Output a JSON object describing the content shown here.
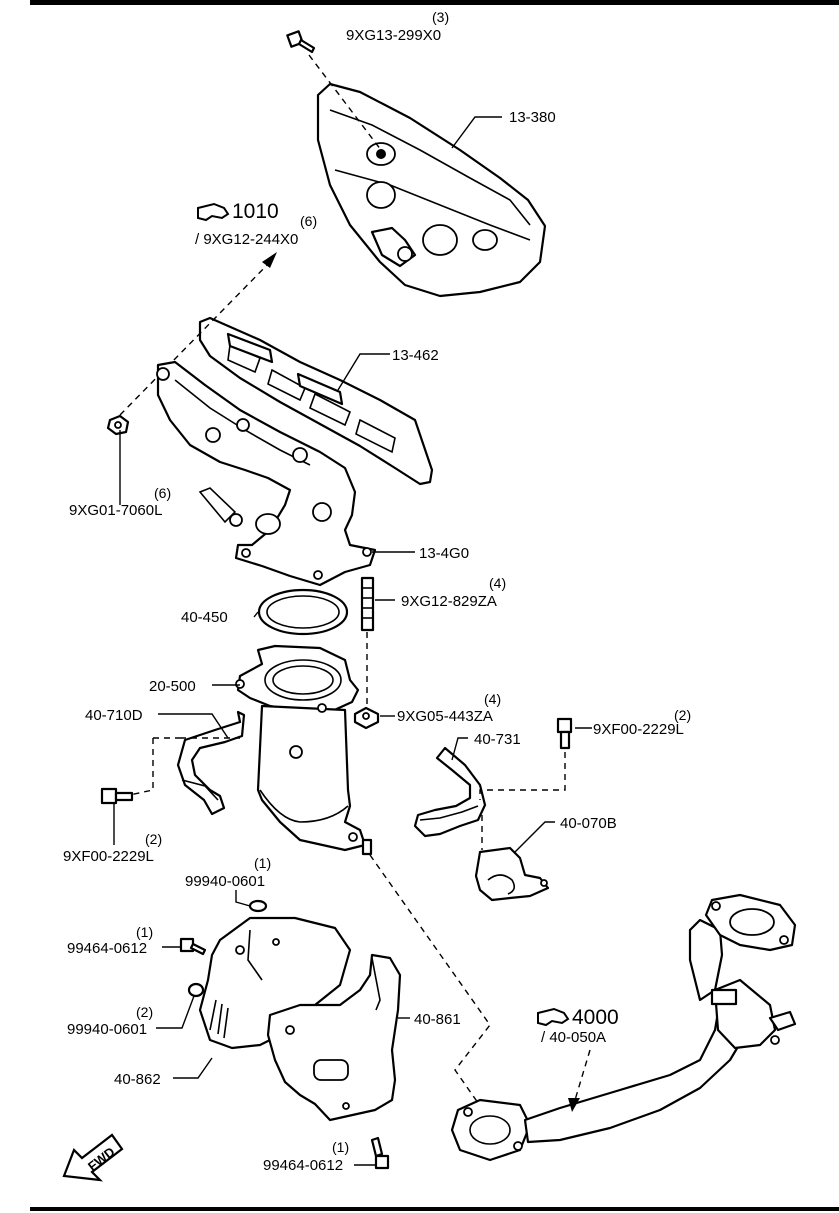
{
  "callouts": {
    "c13_380": "13-380",
    "c13_462": "13-462",
    "c13_4g0": "13-4G0",
    "c40_450": "40-450",
    "c20_500": "20-500",
    "c40_710d": "40-710D",
    "c40_731": "40-731",
    "c40_070b": "40-070B",
    "c40_861": "40-861",
    "c40_862": "40-862",
    "b9xg13": "9XG13-299X0",
    "b9xg13_qty": "(3)",
    "b9xg01": "9XG01-7060L",
    "b9xg01_qty": "(6)",
    "b9xg12_829": "9XG12-829ZA",
    "b9xg12_829_qty": "(4)",
    "b9xg05": "9XG05-443ZA",
    "b9xg05_qty": "(4)",
    "b9xf00_right": "9XF00-2229L",
    "b9xf00_right_qty": "(2)",
    "b9xf00_left": "9XF00-2229L",
    "b9xf00_left_qty": "(2)",
    "w99940_top": "99940-0601",
    "w99940_top_qty": "(1)",
    "b99464_top": "99464-0612",
    "b99464_top_qty": "(1)",
    "w99940_mid": "99940-0601",
    "w99940_mid_qty": "(2)",
    "b99464_bot": "99464-0612",
    "b99464_bot_qty": "(1)"
  },
  "references": {
    "ref1010_num": "1010",
    "ref1010_qty": "(6)",
    "ref1010_part": "/ 9XG12-244X0",
    "ref4000_num": "4000",
    "ref4000_part": "/ 40-050A"
  },
  "direction_label": "FWD"
}
